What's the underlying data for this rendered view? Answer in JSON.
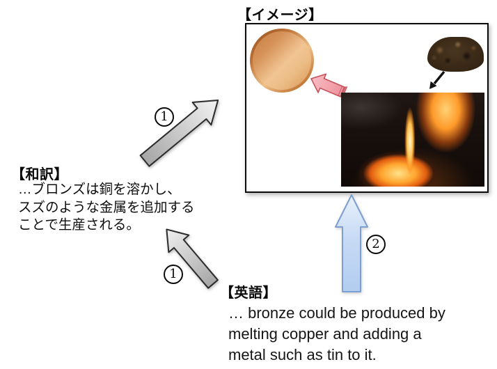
{
  "image_panel": {
    "title": "【イメージ】",
    "images": {
      "bronze_disc": "bronze-disc",
      "copper_ore": "copper-ore-lump",
      "furnace": "molten-metal-pouring-furnace"
    },
    "icons": {
      "pink_arrow": "block-arrow-up-left",
      "black_arrow": "arrow-down-left"
    }
  },
  "steps": {
    "first_upper": "1",
    "first_lower": "1",
    "second": "2"
  },
  "japanese": {
    "title": "【和訳】",
    "lines": [
      "…ブロンズは銅を溶かし、",
      "スズのような金属を追加する",
      "ことで生産される。"
    ]
  },
  "english": {
    "title": "【英語】",
    "lines": [
      "… bronze could be produced by",
      "melting copper and adding a",
      "metal such as tin to it."
    ]
  },
  "colors": {
    "bronze": "#c9803f",
    "pink_arrow": "#f2a3ab",
    "blue_arrow": "#bcd4f3",
    "gray_arrow": "#c9c9c9",
    "border": "#0a0a0a"
  }
}
